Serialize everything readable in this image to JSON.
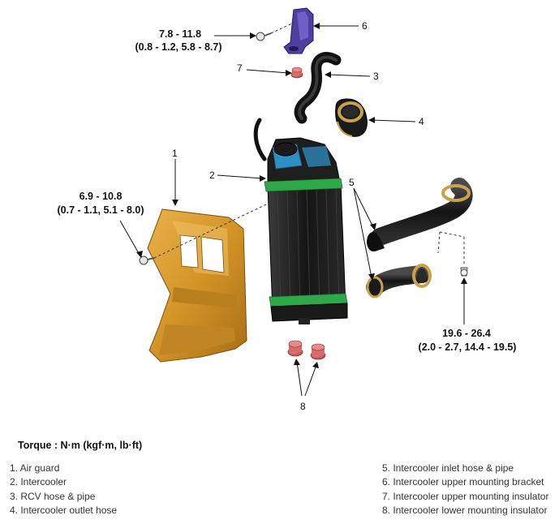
{
  "callouts": {
    "c1": "1",
    "c2": "2",
    "c3": "3",
    "c4": "4",
    "c5": "5",
    "c6": "6",
    "c7": "7",
    "c8": "8"
  },
  "torque_specs": {
    "top": {
      "line1": "7.8 - 11.8",
      "line2": "(0.8 - 1.2, 5.8 - 8.7)"
    },
    "left": {
      "line1": "6.9 - 10.8",
      "line2": "(0.7 - 1.1, 5.1 - 8.0)"
    },
    "right": {
      "line1": "19.6 - 26.4",
      "line2": "(2.0 - 2.7, 14.4 - 19.5)"
    }
  },
  "torque_heading": "Torque : N·m (kgf·m, lb·ft)",
  "legend_left": [
    "1. Air guard",
    "2. Intercooler",
    "3. RCV hose & pipe",
    "4. Intercooler outlet hose"
  ],
  "legend_right": [
    "5. Intercooler inlet hose & pipe",
    "6. Intercooler upper mounting bracket",
    "7. Intercooler upper mounting insulator",
    "8. Intercooler lower mounting insulator"
  ],
  "colors": {
    "air_guard": "#d99a2a",
    "intercooler_core": "#1c1c1c",
    "intercooler_trim": "#2fa84a",
    "intercooler_tank": "#2f8fc4",
    "bracket": "#4a3a9a",
    "insulator": "#d05f5f",
    "hose": "#1a1a1a",
    "clamp": "#c8a24a"
  }
}
